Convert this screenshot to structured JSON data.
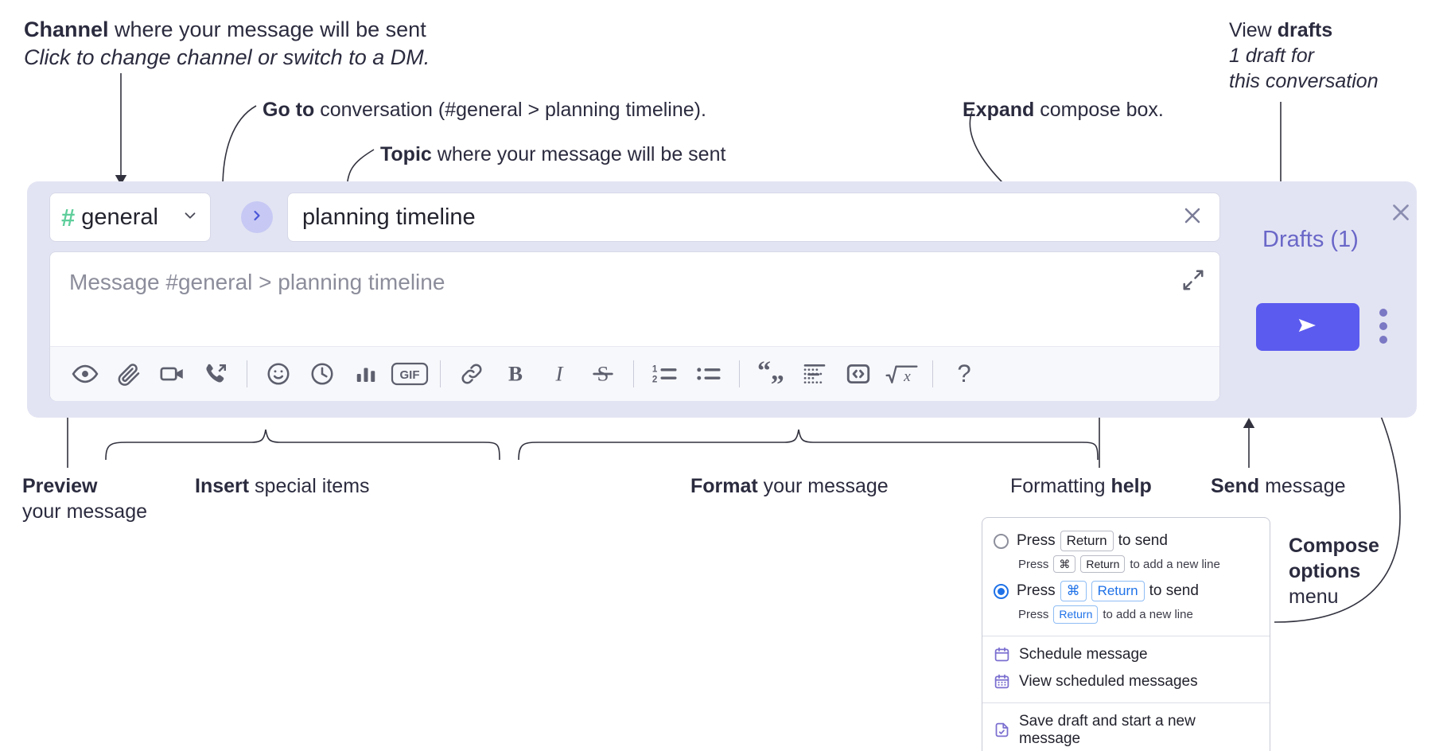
{
  "annotations": {
    "channel": {
      "bold": "Channel",
      "rest": " where your message will be sent",
      "italic": "Click to change channel or switch to a DM."
    },
    "goto": {
      "bold": "Go to",
      "rest": " conversation (#general > planning timeline)."
    },
    "topic": {
      "bold": "Topic",
      "rest": " where your message will be sent"
    },
    "expand": {
      "bold": "Expand",
      "rest": " compose box."
    },
    "drafts": {
      "prefix": "View ",
      "bold": "drafts",
      "italic1": "1 draft for",
      "italic2": "this conversation"
    },
    "preview": {
      "bold": "Preview",
      "line2": "your message"
    },
    "insert": {
      "bold": "Insert",
      "rest": " special items"
    },
    "format": {
      "bold": "Format",
      "rest": " your message"
    },
    "help": {
      "prefix": "Formatting ",
      "bold": "help"
    },
    "send": {
      "bold": "Send",
      "rest": " message"
    },
    "compose_options": {
      "bold1": "Compose",
      "bold2": "options",
      "rest": "menu"
    }
  },
  "compose": {
    "channel_chip": {
      "hash": "#",
      "name": "general",
      "chevron": "chevron-down-icon"
    },
    "goto_button_icon": "chevron-right-icon",
    "topic": {
      "value": "planning timeline",
      "clear_icon": "close-icon"
    },
    "message": {
      "placeholder": "Message #general > planning timeline",
      "expand_icon": "expand-icon"
    },
    "drafts_link": "Drafts (1)",
    "panel_close_icon": "close-icon",
    "send_button_icon": "send-icon",
    "kebab_icon": "more-vertical-icon",
    "toolbar": [
      {
        "name": "preview-icon",
        "label": "Preview"
      },
      {
        "name": "attachment-icon",
        "label": "Attach file"
      },
      {
        "name": "video-icon",
        "label": "Video clip"
      },
      {
        "name": "audio-call-icon",
        "label": "Audio clip"
      },
      {
        "sep": true
      },
      {
        "name": "emoji-icon",
        "label": "Emoji"
      },
      {
        "name": "clock-icon",
        "label": "Reminder"
      },
      {
        "name": "poll-icon",
        "label": "Poll"
      },
      {
        "name": "gif-icon",
        "label": "GIF"
      },
      {
        "sep": true
      },
      {
        "name": "link-icon",
        "label": "Link"
      },
      {
        "name": "bold-icon",
        "label": "B"
      },
      {
        "name": "italic-icon",
        "label": "I"
      },
      {
        "name": "strikethrough-icon",
        "label": "S"
      },
      {
        "sep": true
      },
      {
        "name": "ordered-list-icon",
        "label": "Ordered list"
      },
      {
        "name": "bullet-list-icon",
        "label": "Bulleted list"
      },
      {
        "sep": true
      },
      {
        "name": "blockquote-icon",
        "label": "Blockquote"
      },
      {
        "name": "code-block-icon",
        "label": "Code block"
      },
      {
        "name": "inline-code-icon",
        "label": "Code"
      },
      {
        "name": "math-icon",
        "label": "Math"
      },
      {
        "sep": true
      },
      {
        "name": "help-icon",
        "label": "?"
      }
    ]
  },
  "menu": {
    "options": [
      {
        "selected": false,
        "main": {
          "press": "Press",
          "keys": [
            "Return"
          ],
          "suffix": "to send"
        },
        "sub": {
          "press": "Press",
          "keys": [
            "⌘",
            "Return"
          ],
          "suffix": "to add a new line"
        }
      },
      {
        "selected": true,
        "main": {
          "press": "Press",
          "keys": [
            "⌘",
            "Return"
          ],
          "suffix": "to send"
        },
        "sub": {
          "press": "Press",
          "keys": [
            "Return"
          ],
          "suffix": "to add a new line"
        }
      }
    ],
    "items": [
      {
        "icon": "calendar-icon",
        "label": "Schedule message",
        "divider_after": false
      },
      {
        "icon": "calendar-grid-icon",
        "label": "View scheduled messages",
        "divider_after": true
      },
      {
        "icon": "save-draft-icon",
        "label": "Save draft and start a new message",
        "divider_after": false
      }
    ]
  },
  "colors": {
    "panel_bg": "#e3e4f3",
    "hash_green": "#5fce9b",
    "send_indigo": "#5b5bef",
    "drafts_purple": "#6a67c8",
    "goto_circle": "#c7c9f4",
    "radio_blue": "#1f72e8",
    "menu_icon_purple": "#7b6fd0"
  }
}
